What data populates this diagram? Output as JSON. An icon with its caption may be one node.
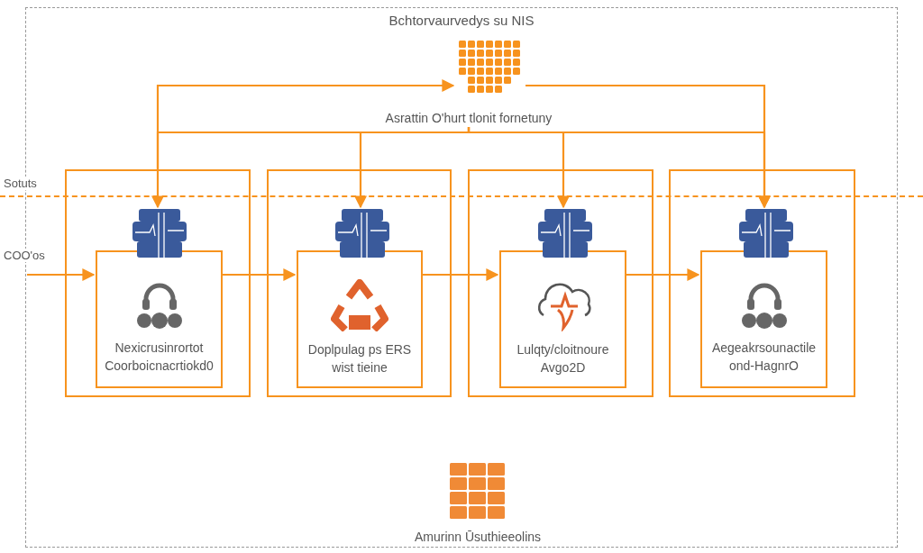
{
  "diagram": {
    "title": "Bchtorvaurvedys su NIS",
    "nodes": [
      {
        "text": [],
        "shape": "picture"
      },
      {
        "text": [
          "Asrattin O'hurt tlonit fornetuny"
        ]
      },
      {
        "text": [],
        "shape": "box"
      },
      {
        "text": [],
        "shape": "picture",
        "in": 2
      },
      {
        "text": [
          "Nexicrusinrortot Coorboicnacrtiokd0"
        ],
        "in": 2
      },
      {
        "text": [],
        "shape": "box"
      },
      {
        "text": [],
        "shape": "picture",
        "in": 5
      },
      {
        "text": [
          "Doplpulag ps ERS wist tieine"
        ],
        "in": 5
      },
      {
        "text": [],
        "shape": "box"
      },
      {
        "text": [],
        "shape": "picture",
        "in": 8
      },
      {
        "text": [
          "Lulqty/cloitnoure Avgo2D"
        ],
        "in": 8
      },
      {
        "text": [],
        "shape": "box"
      },
      {
        "text": [],
        "shape": "picture",
        "in": 11
      },
      {
        "text": [
          "Aegeakrsounactile ond-HagnrO"
        ],
        "in": 11
      },
      {
        "text": [
          "Amurinn Ūsuthieeolins"
        ]
      }
    ],
    "edges": [
      {
        "from": 1,
        "to": 3,
        "arrow": "to"
      },
      {
        "from": 1,
        "to": 6,
        "arrow": "to"
      },
      {
        "from": 1,
        "to": 9,
        "arrow": "to"
      },
      {
        "from": 1,
        "to": 12,
        "arrow": "to"
      },
      {
        "from": 2,
        "to": 0,
        "arrow": "to"
      },
      {
        "from": 0,
        "to": 12,
        "arrow": "to"
      },
      {
        "from": null,
        "to": 4,
        "arrow": "to"
      },
      {
        "from": 4,
        "to": 7,
        "arrow": "to"
      },
      {
        "from": 7,
        "to": 10,
        "arrow": "to"
      },
      {
        "from": 10,
        "to": 13,
        "arrow": "to"
      }
    ],
    "labels": [
      "Sotuts",
      "COO'os"
    ]
  }
}
